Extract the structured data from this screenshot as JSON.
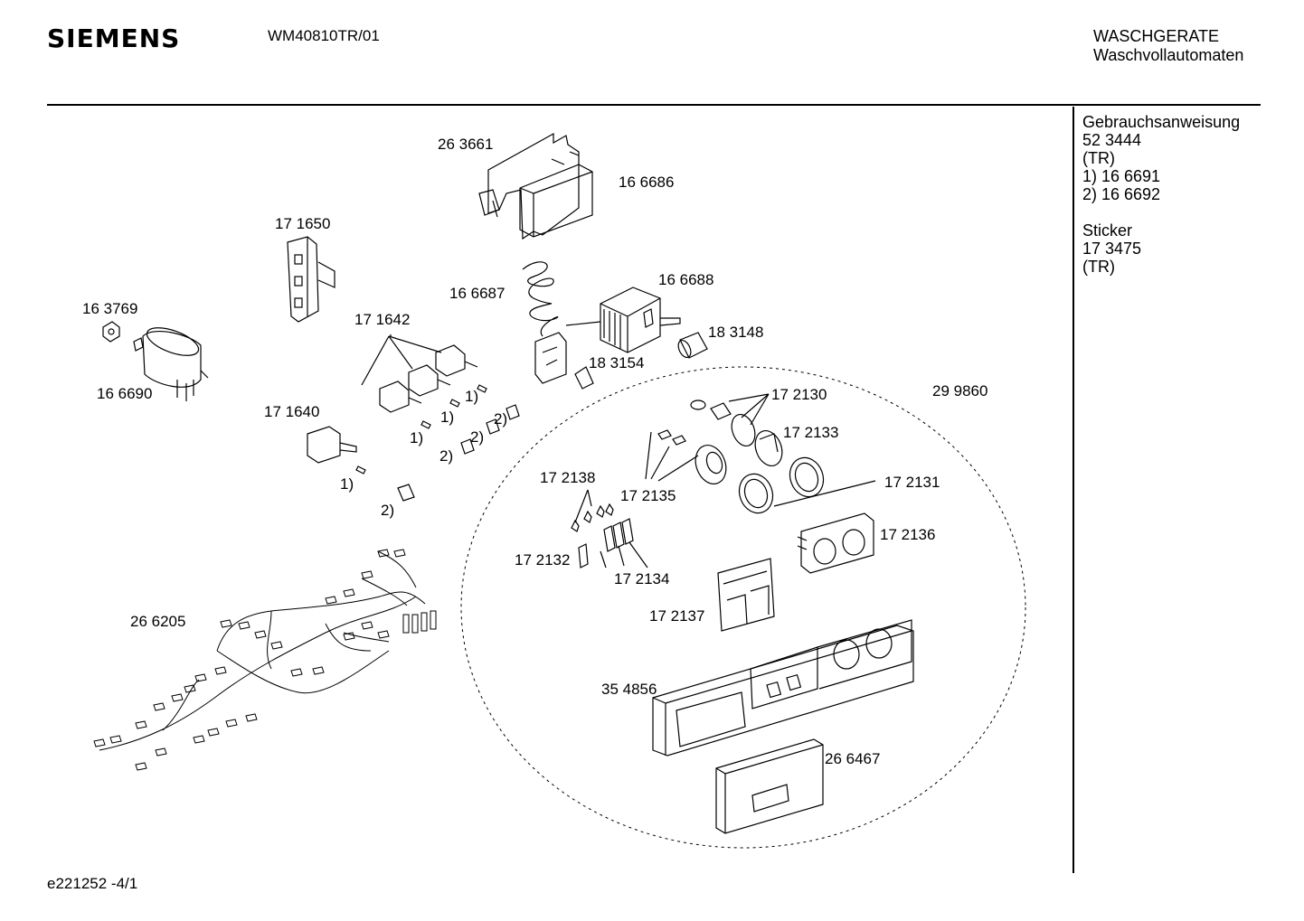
{
  "header": {
    "brand": "SIEMENS",
    "model": "WM40810TR/01",
    "category": "WASCHGERATE",
    "subcategory": "Waschvollautomaten"
  },
  "notes": {
    "manual_label": "Gebrauchsanweisung",
    "manual_number": "52 3444",
    "manual_lang": "(TR)",
    "note1": "1)  16 6691",
    "note2": "2)  16 6692",
    "sticker_label": "Sticker",
    "sticker_number": "17 3475",
    "sticker_lang": "(TR)"
  },
  "footer": {
    "drawing_id": "e221252 -4/1"
  },
  "parts": {
    "p263661": "26 3661",
    "p166686": "16 6686",
    "p171650": "17 1650",
    "p166687": "16 6687",
    "p166688": "16 6688",
    "p163769": "16 3769",
    "p171642": "17 1642",
    "p183148": "18 3148",
    "p183154": "18 3154",
    "p166690": "16 6690",
    "p171640": "17 1640",
    "p172130": "17 2130",
    "p299860": "29 9860",
    "p172133": "17 2133",
    "p172138": "17 2138",
    "p172135": "17 2135",
    "p172131": "17 2131",
    "p172136": "17 2136",
    "p172132": "17 2132",
    "p172134": "17 2134",
    "p172137": "17 2137",
    "p266205": "26 6205",
    "p354856": "35 4856",
    "p266467": "26 6467"
  },
  "footnote_marks": {
    "m1": "1)",
    "m2": "1)",
    "m3": "1)",
    "m4": "1)",
    "m5": "2)",
    "m6": "2)",
    "m7": "2)",
    "m8": "2)"
  }
}
